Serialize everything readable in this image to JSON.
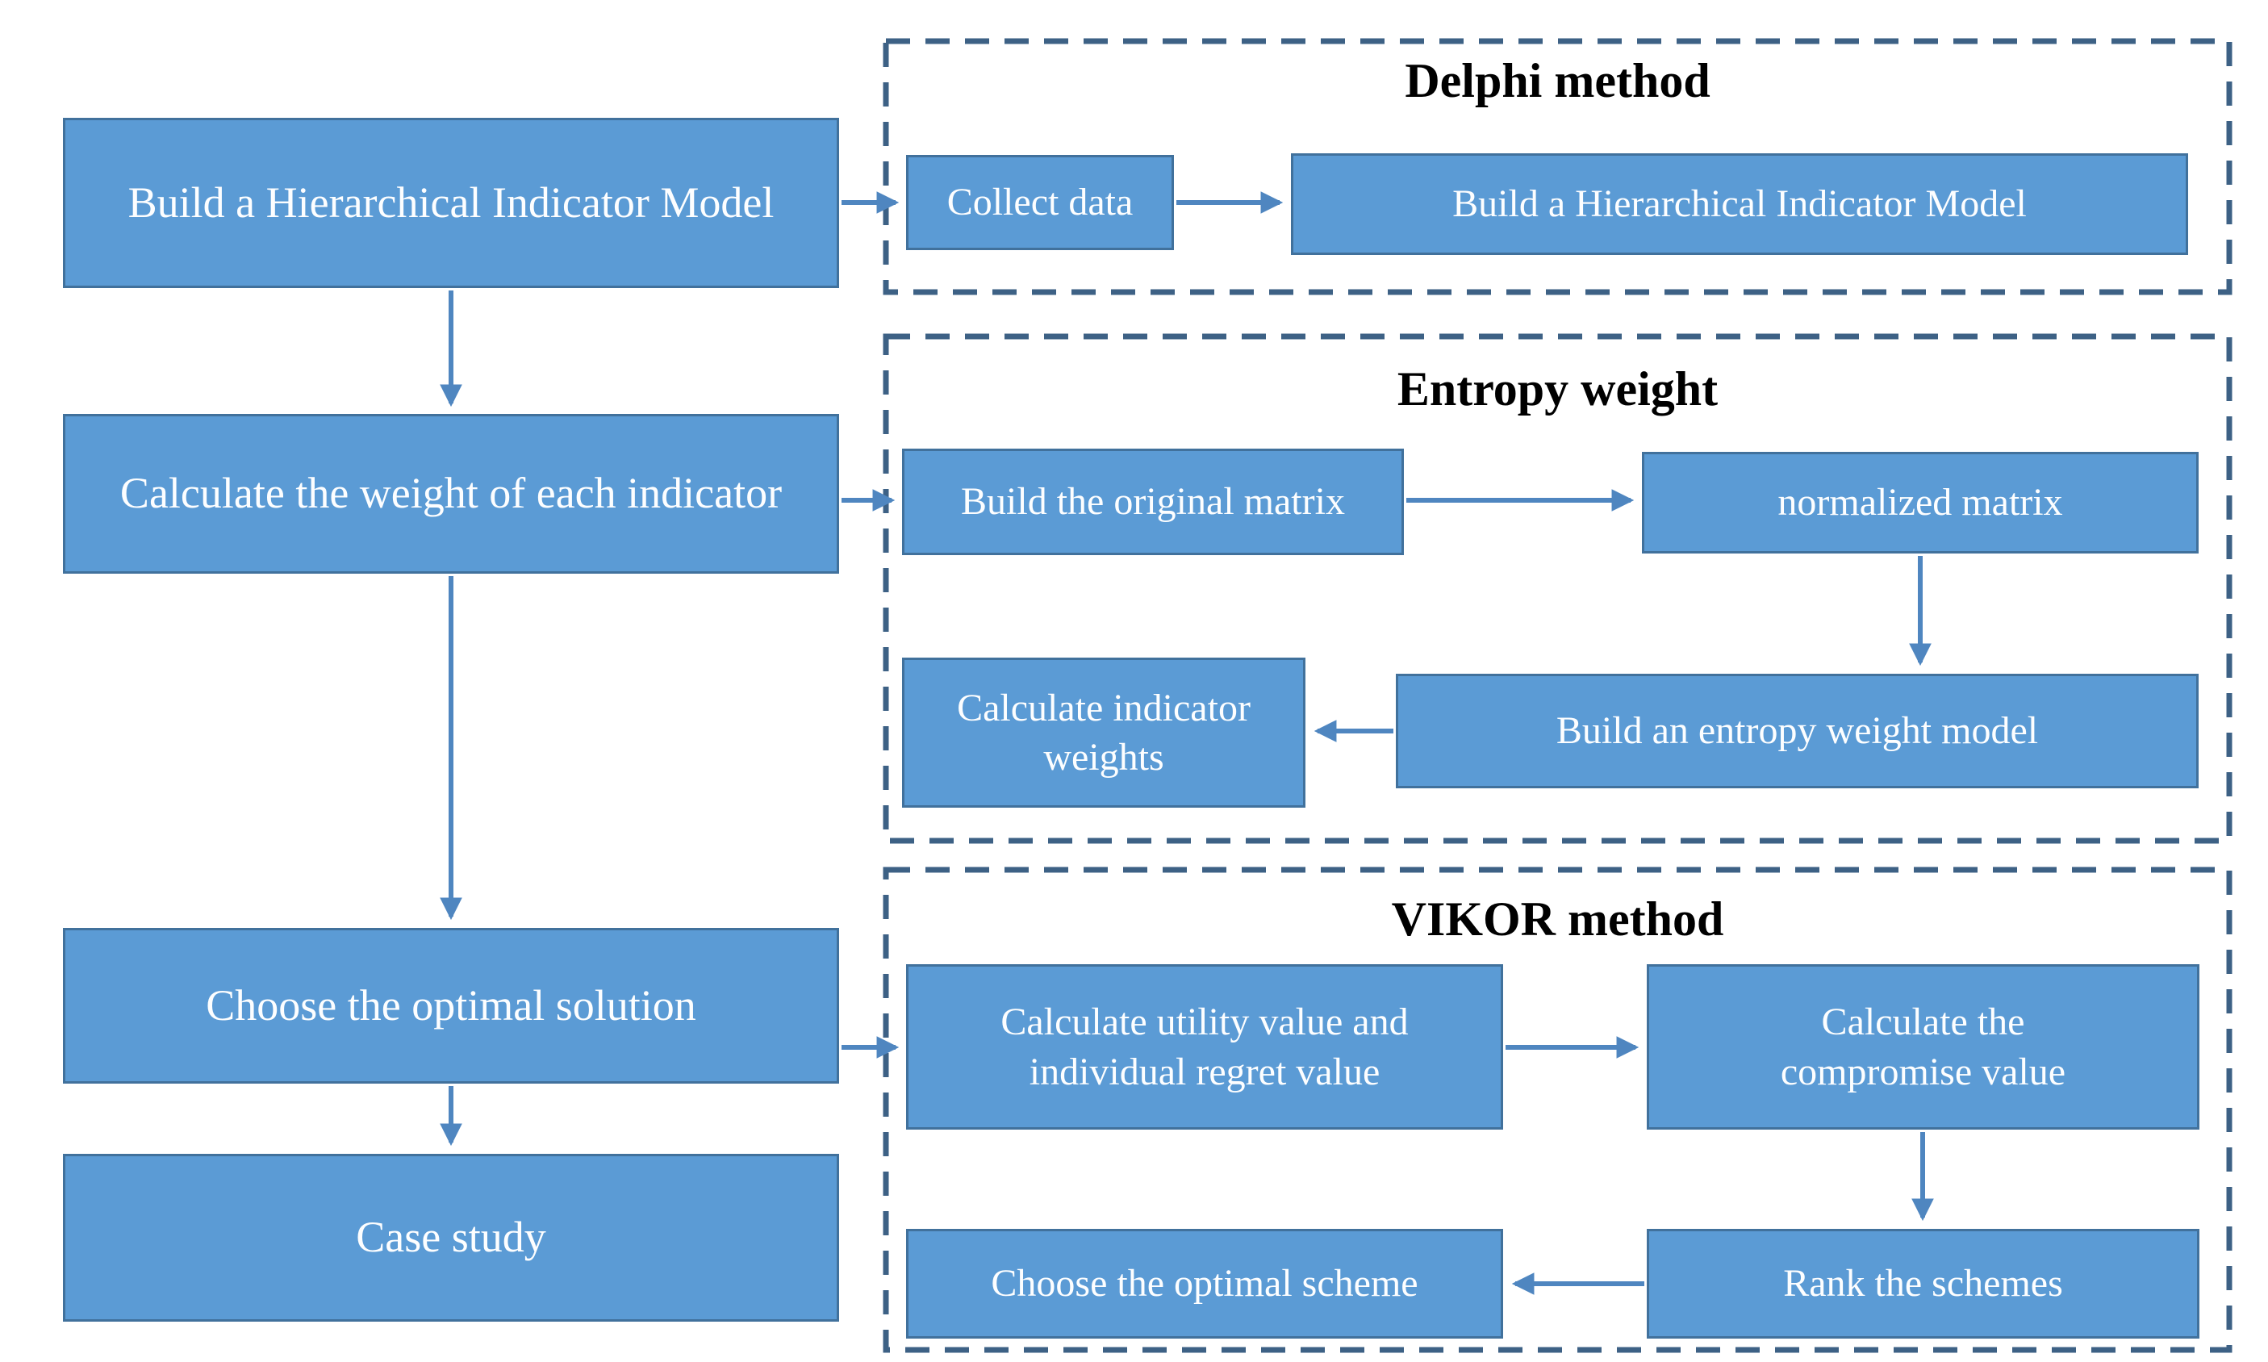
{
  "figure": {
    "type": "flowchart",
    "description": "Research methodology flowchart with a main vertical process on the left and three dashed method panels (Delphi, Entropy weight, VIKOR) on the right"
  },
  "colors": {
    "background": "#ffffff",
    "box_fill": "#5b9bd5",
    "box_border": "#41719c",
    "box_text": "#fdfeff",
    "dashed_border": "#3d6185",
    "arrow": "#4f86c0",
    "title_text": "#000000"
  },
  "left_column": {
    "steps": [
      {
        "label": "Build a Hierarchical Indicator Model"
      },
      {
        "label": "Calculate the weight of each indicator"
      },
      {
        "label": "Choose the optimal solution"
      },
      {
        "label": "Case study"
      }
    ]
  },
  "sections": [
    {
      "title": "Delphi method",
      "boxes": [
        {
          "label": "Collect data"
        },
        {
          "label": "Build a Hierarchical Indicator Model"
        }
      ]
    },
    {
      "title": "Entropy weight",
      "boxes": [
        {
          "label": "Build the original matrix"
        },
        {
          "label": "normalized matrix"
        },
        {
          "label": "Build an entropy weight model"
        },
        {
          "label": "Calculate indicator weights"
        }
      ]
    },
    {
      "title": "VIKOR method",
      "boxes": [
        {
          "label": "Calculate utility value and individual regret value"
        },
        {
          "label": "Calculate the compromise value"
        },
        {
          "label": "Rank the schemes"
        },
        {
          "label": "Choose the optimal scheme"
        }
      ]
    }
  ]
}
